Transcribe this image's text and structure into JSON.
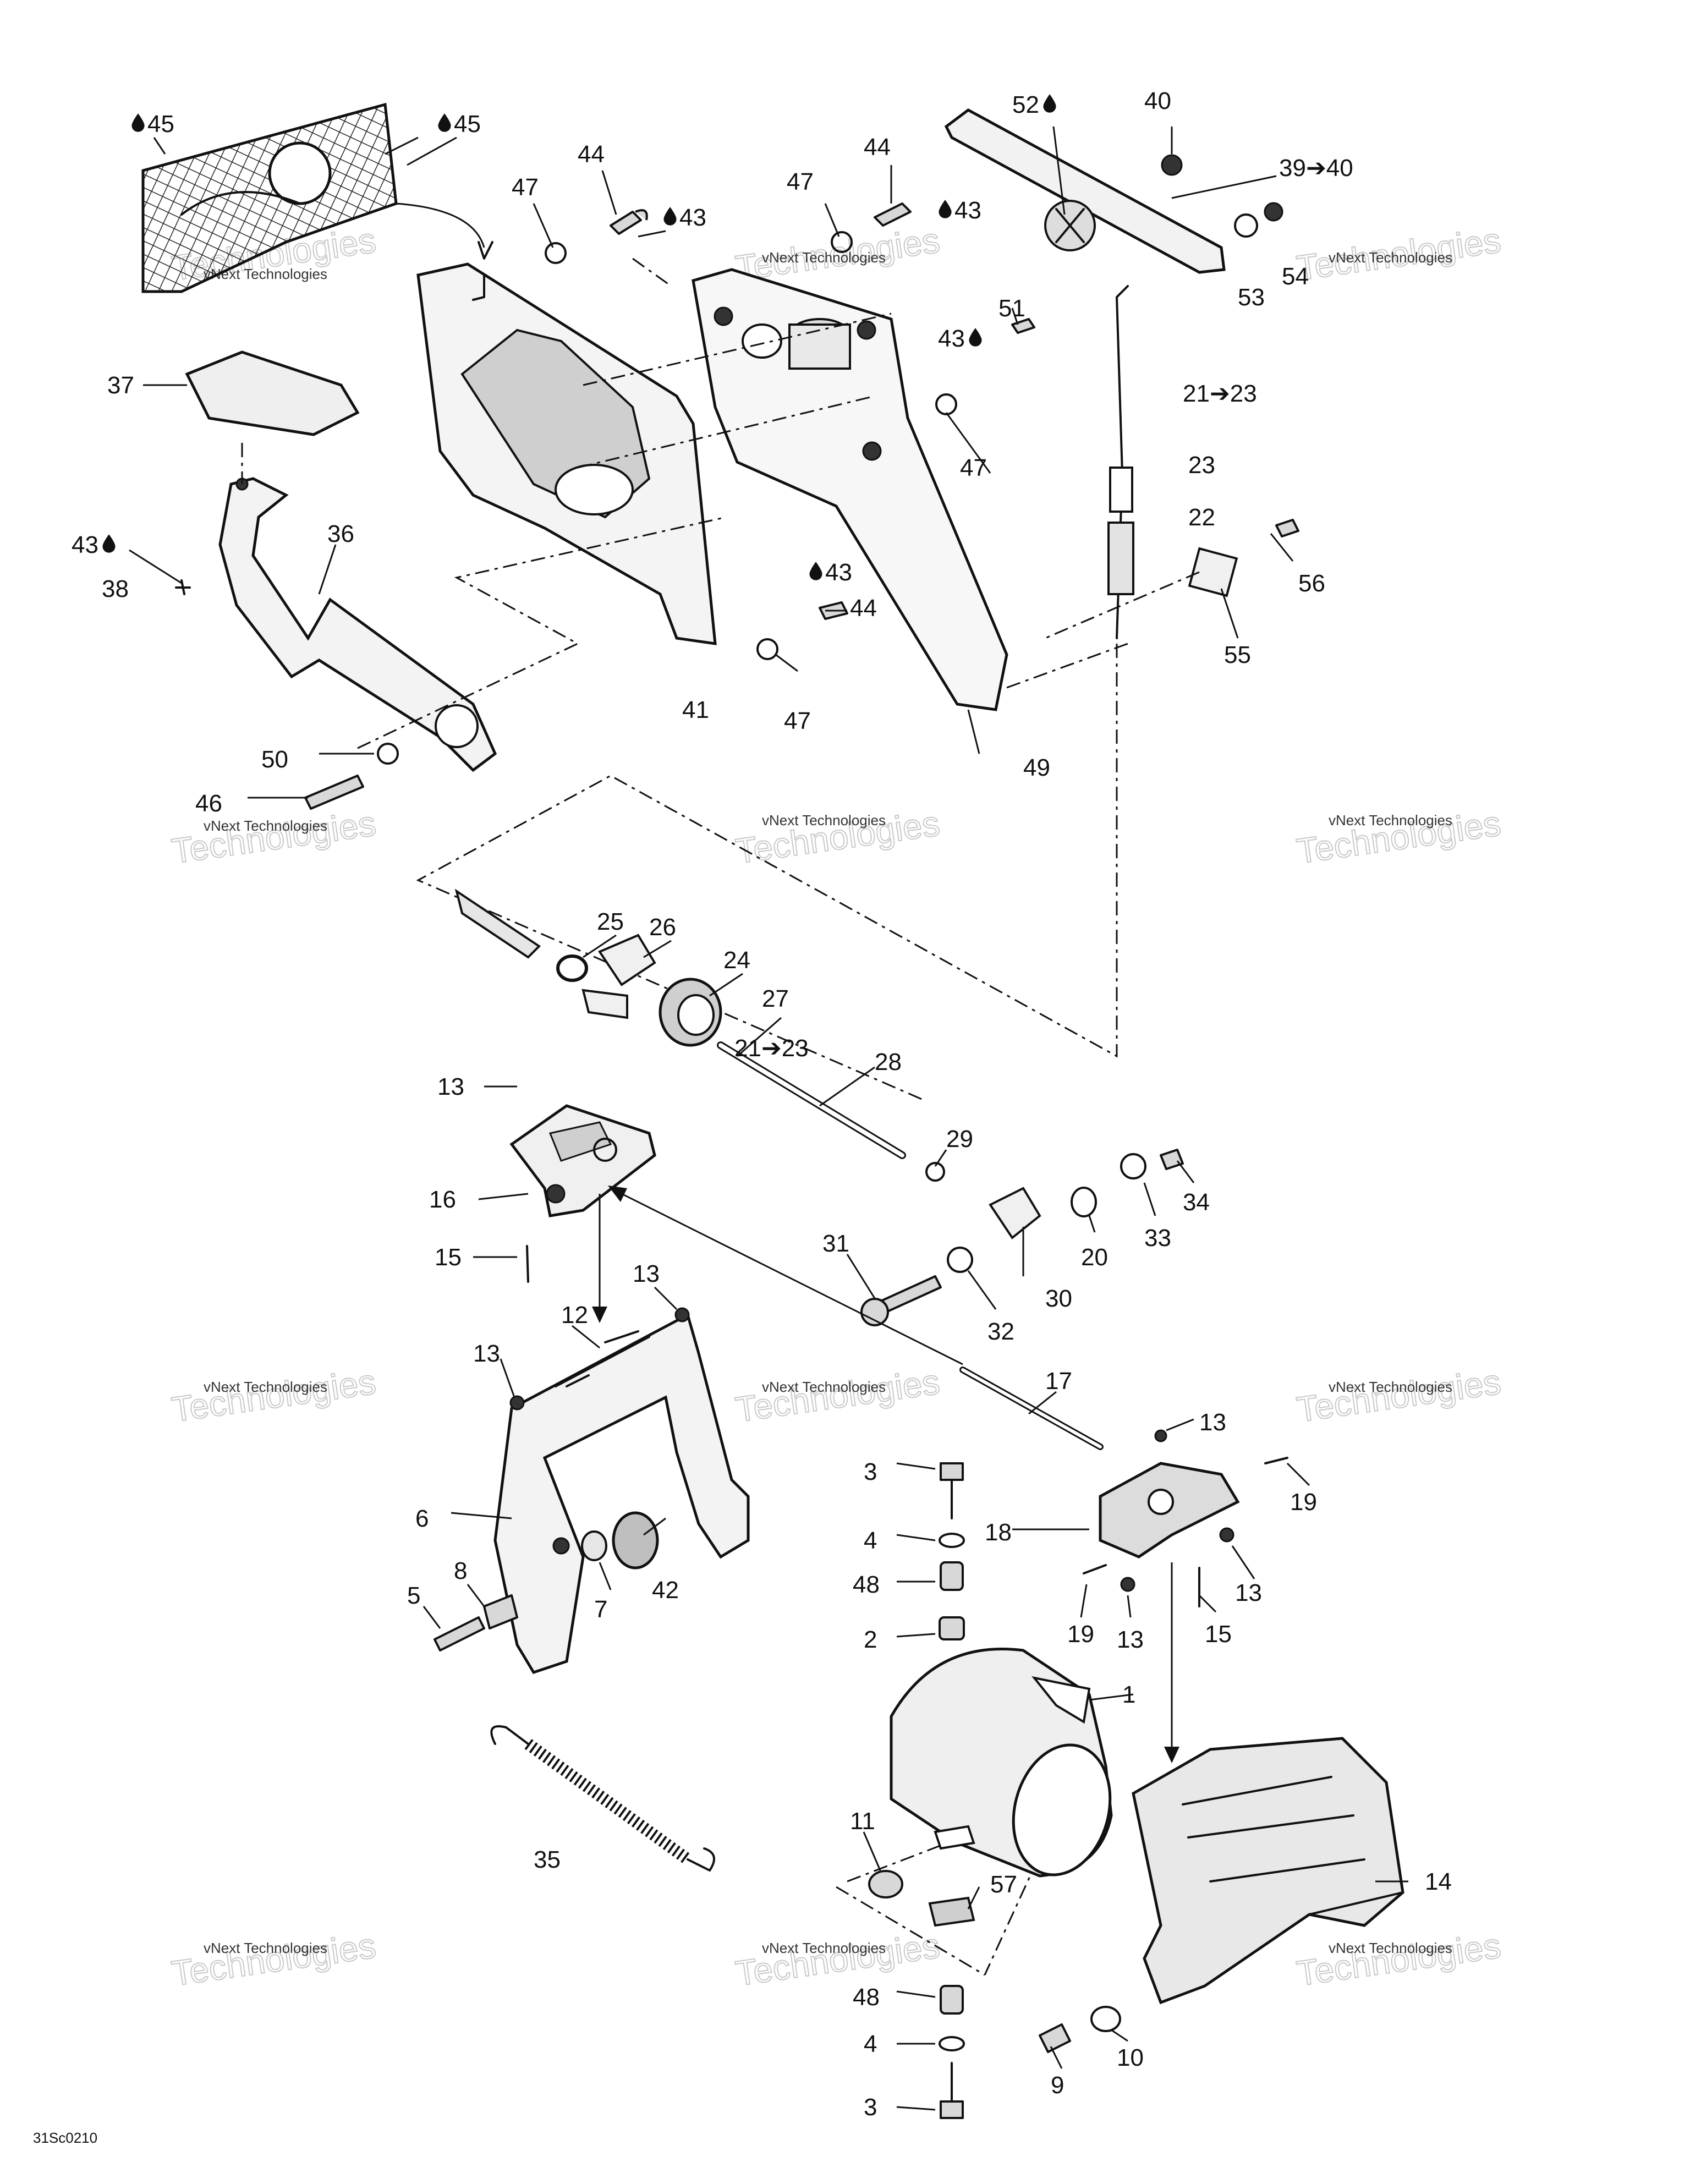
{
  "diagram": {
    "code": "31Sc0210",
    "watermark": {
      "line1": "vNext Technologies",
      "line2": "Technologies"
    },
    "callouts": [
      {
        "id": "c45a",
        "text": "45",
        "drop": true
      },
      {
        "id": "c45b",
        "text": "45",
        "drop": true
      },
      {
        "id": "c47a",
        "text": "47"
      },
      {
        "id": "c44a",
        "text": "44"
      },
      {
        "id": "c43a",
        "text": "43",
        "drop": true
      },
      {
        "id": "c47b",
        "text": "47"
      },
      {
        "id": "c44b",
        "text": "44"
      },
      {
        "id": "c43b",
        "text": "43",
        "drop": true
      },
      {
        "id": "c52",
        "text": "52",
        "drop": true
      },
      {
        "id": "c40",
        "text": "40"
      },
      {
        "id": "c39",
        "text": "39➔40"
      },
      {
        "id": "c54",
        "text": "54"
      },
      {
        "id": "c53",
        "text": "53"
      },
      {
        "id": "c51",
        "text": "51"
      },
      {
        "id": "c43c",
        "text": "43",
        "drop": true
      },
      {
        "id": "c2123a",
        "text": "21➔23"
      },
      {
        "id": "c37",
        "text": "37"
      },
      {
        "id": "c47c",
        "text": "47"
      },
      {
        "id": "c23",
        "text": "23"
      },
      {
        "id": "c22",
        "text": "22"
      },
      {
        "id": "c43d",
        "text": "43",
        "drop": true
      },
      {
        "id": "c36",
        "text": "36"
      },
      {
        "id": "c38",
        "text": "38"
      },
      {
        "id": "c56",
        "text": "56"
      },
      {
        "id": "c43e",
        "text": "43",
        "drop": true
      },
      {
        "id": "c44c",
        "text": "44"
      },
      {
        "id": "c55",
        "text": "55"
      },
      {
        "id": "c41",
        "text": "41"
      },
      {
        "id": "c47d",
        "text": "47"
      },
      {
        "id": "c49",
        "text": "49"
      },
      {
        "id": "c50",
        "text": "50"
      },
      {
        "id": "c46",
        "text": "46"
      },
      {
        "id": "c25",
        "text": "25"
      },
      {
        "id": "c26",
        "text": "26"
      },
      {
        "id": "c24",
        "text": "24"
      },
      {
        "id": "c27",
        "text": "27"
      },
      {
        "id": "c2123b",
        "text": "21➔23"
      },
      {
        "id": "c28",
        "text": "28"
      },
      {
        "id": "c13a",
        "text": "13"
      },
      {
        "id": "c29",
        "text": "29"
      },
      {
        "id": "c16",
        "text": "16"
      },
      {
        "id": "c34",
        "text": "34"
      },
      {
        "id": "c33",
        "text": "33"
      },
      {
        "id": "c20",
        "text": "20"
      },
      {
        "id": "c31",
        "text": "31"
      },
      {
        "id": "c30",
        "text": "30"
      },
      {
        "id": "c32",
        "text": "32"
      },
      {
        "id": "c15a",
        "text": "15"
      },
      {
        "id": "c13b",
        "text": "13"
      },
      {
        "id": "c12",
        "text": "12"
      },
      {
        "id": "c13c",
        "text": "13"
      },
      {
        "id": "c17",
        "text": "17"
      },
      {
        "id": "c13d",
        "text": "13"
      },
      {
        "id": "c3a",
        "text": "3"
      },
      {
        "id": "c19a",
        "text": "19"
      },
      {
        "id": "c6",
        "text": "6"
      },
      {
        "id": "c4a",
        "text": "4"
      },
      {
        "id": "c18",
        "text": "18"
      },
      {
        "id": "c13e",
        "text": "13"
      },
      {
        "id": "c8",
        "text": "8"
      },
      {
        "id": "c48a",
        "text": "48"
      },
      {
        "id": "c42",
        "text": "42"
      },
      {
        "id": "c7",
        "text": "7"
      },
      {
        "id": "c5",
        "text": "5"
      },
      {
        "id": "c19b",
        "text": "19"
      },
      {
        "id": "c13f",
        "text": "13"
      },
      {
        "id": "c15b",
        "text": "15"
      },
      {
        "id": "c2",
        "text": "2"
      },
      {
        "id": "c1",
        "text": "1"
      },
      {
        "id": "c35",
        "text": "35"
      },
      {
        "id": "c11",
        "text": "11"
      },
      {
        "id": "c14",
        "text": "14"
      },
      {
        "id": "c57",
        "text": "57"
      },
      {
        "id": "c48b",
        "text": "48"
      },
      {
        "id": "c4b",
        "text": "4"
      },
      {
        "id": "c10",
        "text": "10"
      },
      {
        "id": "c3b",
        "text": "3"
      },
      {
        "id": "c9",
        "text": "9"
      }
    ]
  }
}
